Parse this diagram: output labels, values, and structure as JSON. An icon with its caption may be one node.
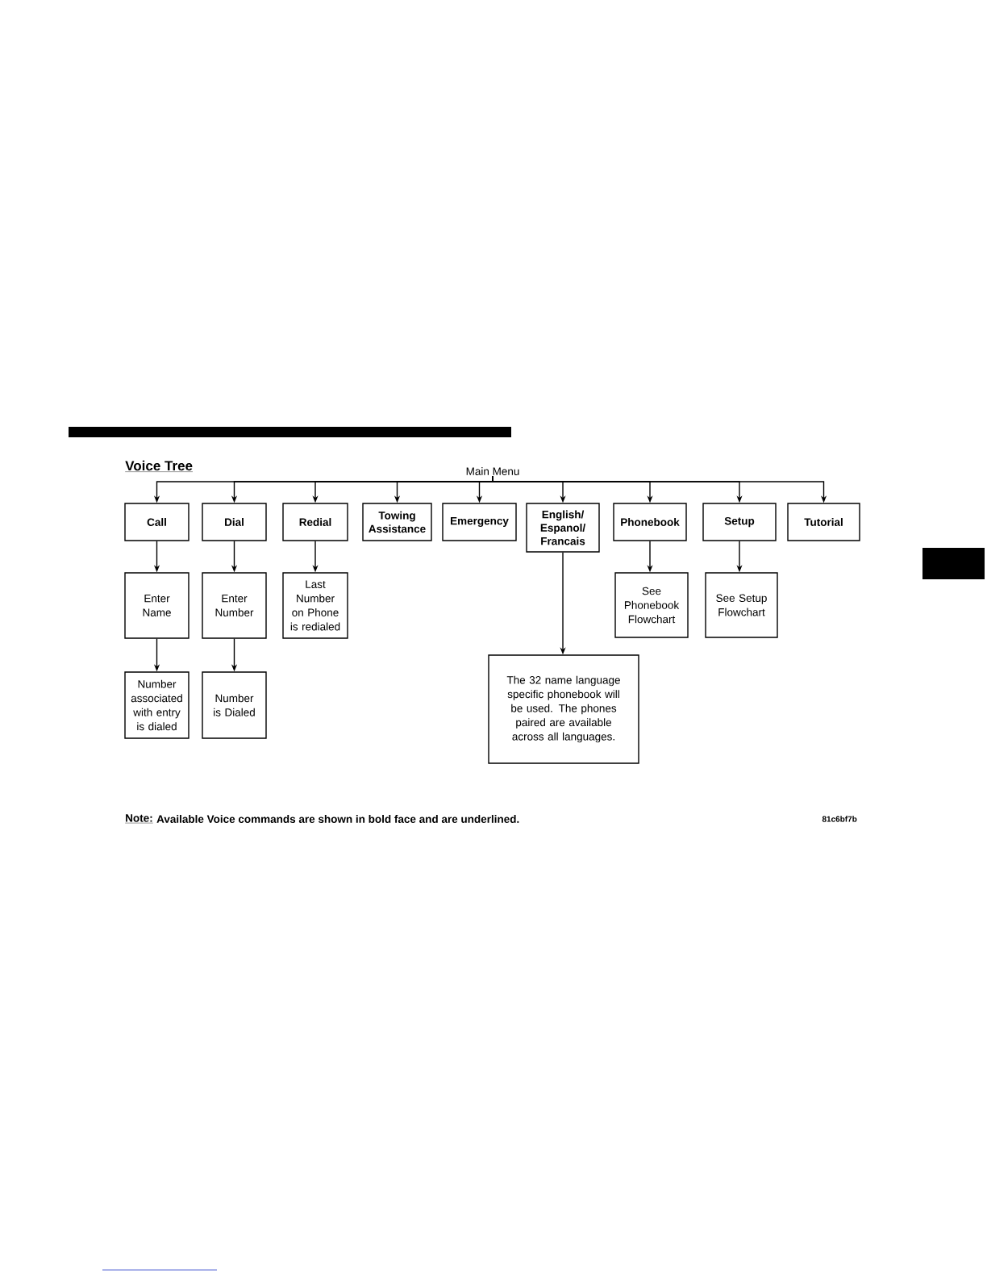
{
  "diagram": {
    "title": "Voice Tree",
    "nodes": [
      {
        "text": [
          "Main Menu"
        ]
      },
      {
        "text": [
          "Call"
        ]
      },
      {
        "text": [
          "Dial"
        ]
      },
      {
        "text": [
          "Redial"
        ]
      },
      {
        "text": [
          "Towing Assistance"
        ]
      },
      {
        "text": [
          "Emergency"
        ]
      },
      {
        "text": [
          "English/ Espanol/ Francais"
        ]
      },
      {
        "text": [
          "Phonebook"
        ]
      },
      {
        "text": [
          "Setup"
        ]
      },
      {
        "text": [
          "Tutorial"
        ]
      },
      {
        "text": [
          "Enter Name"
        ]
      },
      {
        "text": [
          "Enter Number"
        ]
      },
      {
        "text": [
          "Last Number on Phone is redialed"
        ]
      },
      {
        "text": [
          "See Phonebook Flowchart"
        ]
      },
      {
        "text": [
          "See Setup Flowchart"
        ]
      },
      {
        "text": [
          "Number associated with entry is dialed"
        ]
      },
      {
        "text": [
          "Number is Dialed"
        ]
      },
      {
        "text": [
          "The 32 name language specific phonebook will be used. The phones paired are available across all languages."
        ]
      }
    ],
    "edges": [
      {
        "from": 0,
        "to": 1,
        "arrow": "to"
      },
      {
        "from": 0,
        "to": 2,
        "arrow": "to"
      },
      {
        "from": 0,
        "to": 3,
        "arrow": "to"
      },
      {
        "from": 0,
        "to": 4,
        "arrow": "to"
      },
      {
        "from": 0,
        "to": 5,
        "arrow": "to"
      },
      {
        "from": 0,
        "to": 6,
        "arrow": "to"
      },
      {
        "from": 0,
        "to": 7,
        "arrow": "to"
      },
      {
        "from": 0,
        "to": 8,
        "arrow": "to"
      },
      {
        "from": 0,
        "to": 9,
        "arrow": "to"
      },
      {
        "from": 1,
        "to": 10,
        "arrow": "to"
      },
      {
        "from": 2,
        "to": 11,
        "arrow": "to"
      },
      {
        "from": 3,
        "to": 12,
        "arrow": "to"
      },
      {
        "from": 6,
        "to": 17,
        "arrow": "to"
      },
      {
        "from": 7,
        "to": 13,
        "arrow": "to"
      },
      {
        "from": 8,
        "to": 14,
        "arrow": "to"
      },
      {
        "from": 10,
        "to": 15,
        "arrow": "to"
      },
      {
        "from": 11,
        "to": 16,
        "arrow": "to"
      }
    ],
    "labels": [
      "Note:",
      "Available Voice commands are shown in bold face and are underlined.",
      "81c6bf7b"
    ]
  }
}
